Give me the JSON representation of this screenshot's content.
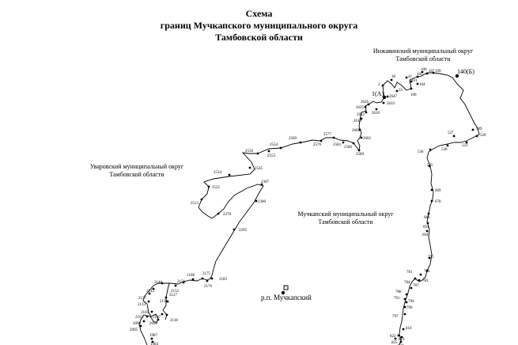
{
  "title": {
    "line1": "Схема",
    "line2": "границ Мучкапского муниципального округа",
    "line3": "Тамбовской области"
  },
  "regions": {
    "inzhavino": {
      "line1": "Инжавинский муниципальный округ",
      "line2": "Тамбовской области"
    },
    "uvarovo": {
      "line1": "Уваровский муниципальный округ",
      "line2": "Тамбовской области"
    },
    "muchkap": {
      "line1": "Мучкапский муниципальный округ",
      "line2": "Тамбовской области"
    }
  },
  "town": "р.п. Мучкапский",
  "point_labels": [
    "1(А)",
    "140(Б)",
    "2",
    "38",
    "33",
    "41",
    "100",
    "101",
    "104",
    "105",
    "106",
    "107",
    "108",
    "109",
    "2647",
    "2633",
    "2630",
    "2626",
    "2625",
    "2622",
    "2619",
    "2605",
    "2602",
    "2589",
    "2586",
    "2583",
    "2577",
    "2576",
    "2569",
    "2554",
    "2553",
    "2550",
    "2545",
    "2534",
    "2525",
    "2513",
    "2378",
    "2307",
    "2300",
    "2295",
    "2183",
    "2176",
    "2175",
    "2170",
    "2168",
    "2156",
    "2152",
    "2146",
    "2142",
    "2137",
    "2133",
    "2131",
    "2127",
    "2118",
    "2107",
    "2105",
    "2102",
    "2098",
    "2092",
    "2095",
    "1987",
    "1984",
    "509",
    "520",
    "523",
    "527",
    "530",
    "536",
    "545",
    "669",
    "678",
    "686",
    "691",
    "694",
    "775",
    "780",
    "781",
    "783",
    "784",
    "787",
    "788",
    "791",
    "794",
    "796",
    "797",
    "810",
    "819",
    "822",
    "824",
    "825"
  ]
}
